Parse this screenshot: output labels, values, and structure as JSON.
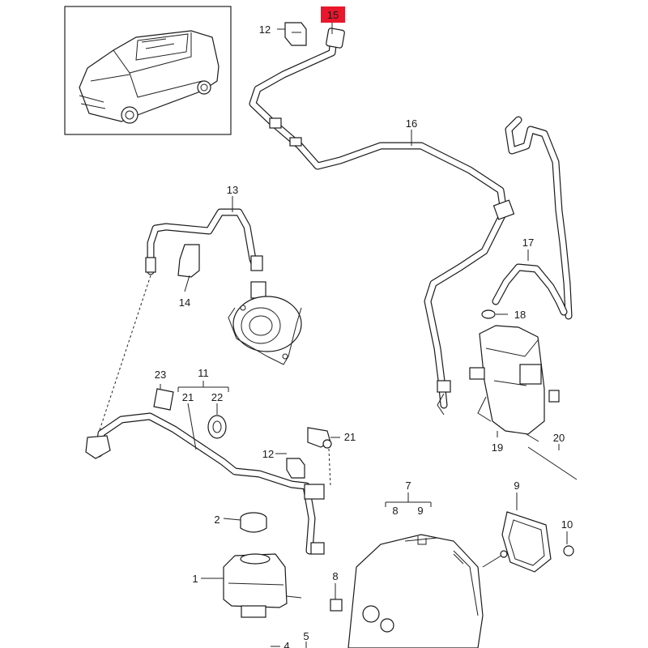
{
  "diagram": {
    "highlight_color": "#e8172c",
    "highlighted_label": "15",
    "callouts": {
      "c1": "1",
      "c2": "2",
      "c4": "4",
      "c5": "5",
      "c7": "7",
      "c8a": "8",
      "c8b": "8",
      "c9a": "9",
      "c9b": "9",
      "c10": "10",
      "c11": "11",
      "c12a": "12",
      "c12b": "12",
      "c13": "13",
      "c14": "14",
      "c15": "15",
      "c16": "16",
      "c17": "17",
      "c18": "18",
      "c19": "19",
      "c20": "20",
      "c21a": "21",
      "c21b": "21",
      "c22": "22",
      "c23": "23"
    }
  }
}
